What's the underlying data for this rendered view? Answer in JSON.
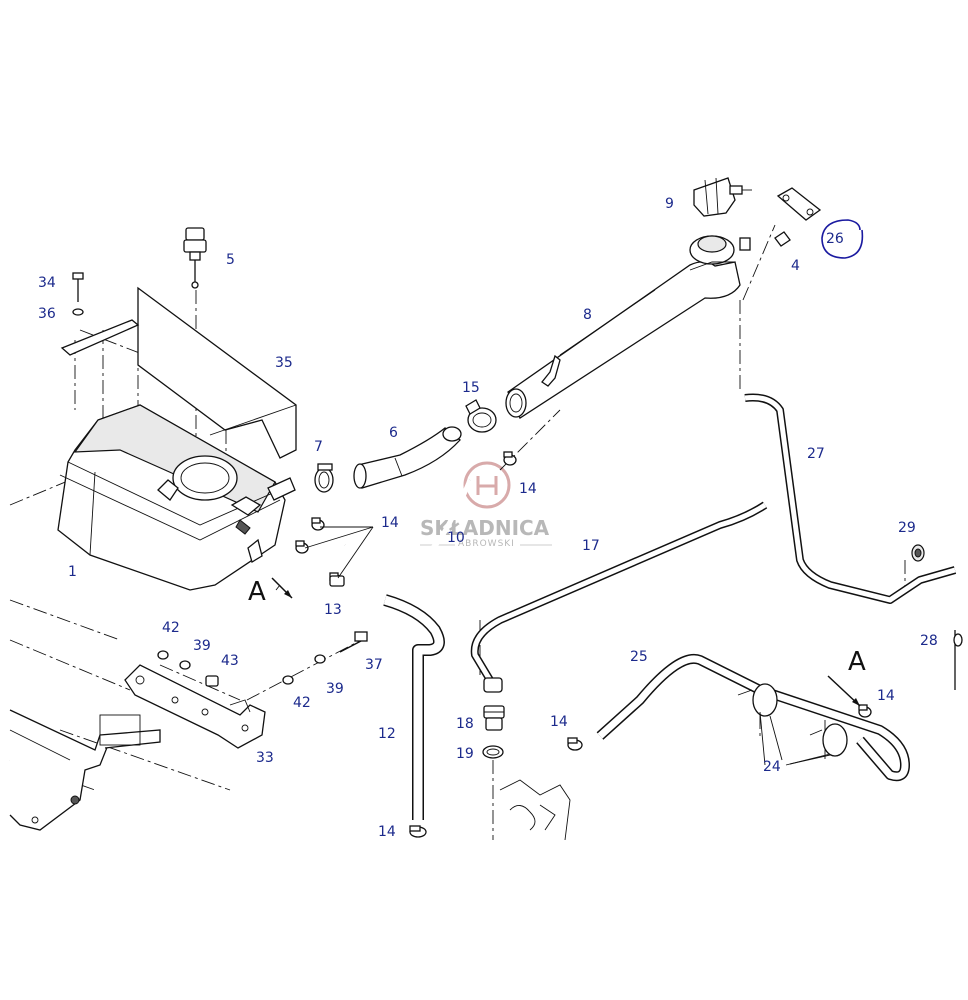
{
  "parts": [
    {
      "id": "label-1",
      "text": "1"
    },
    {
      "id": "label-4",
      "text": "4"
    },
    {
      "id": "label-5",
      "text": "5"
    },
    {
      "id": "label-6",
      "text": "6"
    },
    {
      "id": "label-7",
      "text": "7"
    },
    {
      "id": "label-8",
      "text": "8"
    },
    {
      "id": "label-9",
      "text": "9"
    },
    {
      "id": "label-10",
      "text": "10"
    },
    {
      "id": "label-12",
      "text": "12"
    },
    {
      "id": "label-13",
      "text": "13"
    },
    {
      "id": "label-14a",
      "text": "14"
    },
    {
      "id": "label-14b",
      "text": "14"
    },
    {
      "id": "label-14c",
      "text": "14"
    },
    {
      "id": "label-14d",
      "text": "14"
    },
    {
      "id": "label-14e",
      "text": "14"
    },
    {
      "id": "label-15",
      "text": "15"
    },
    {
      "id": "label-17",
      "text": "17"
    },
    {
      "id": "label-18",
      "text": "18"
    },
    {
      "id": "label-19",
      "text": "19"
    },
    {
      "id": "label-24",
      "text": "24"
    },
    {
      "id": "label-25",
      "text": "25"
    },
    {
      "id": "label-26",
      "text": "26"
    },
    {
      "id": "label-27",
      "text": "27"
    },
    {
      "id": "label-28",
      "text": "28"
    },
    {
      "id": "label-29",
      "text": "29"
    },
    {
      "id": "label-33",
      "text": "33"
    },
    {
      "id": "label-34",
      "text": "34"
    },
    {
      "id": "label-35",
      "text": "35"
    },
    {
      "id": "label-36",
      "text": "36"
    },
    {
      "id": "label-37",
      "text": "37"
    },
    {
      "id": "label-39a",
      "text": "39"
    },
    {
      "id": "label-39b",
      "text": "39"
    },
    {
      "id": "label-42a",
      "text": "42"
    },
    {
      "id": "label-42b",
      "text": "42"
    },
    {
      "id": "label-43",
      "text": "43"
    }
  ],
  "view_markers": {
    "a1": "A",
    "a2": "A"
  },
  "watermark": {
    "brand": "SKŁADNICA",
    "sub": "ABROWSKI"
  },
  "colors": {
    "label": "#1c2a8c",
    "highlight_circle": "#1a1aa0",
    "watermark": "#b8b8b8"
  }
}
